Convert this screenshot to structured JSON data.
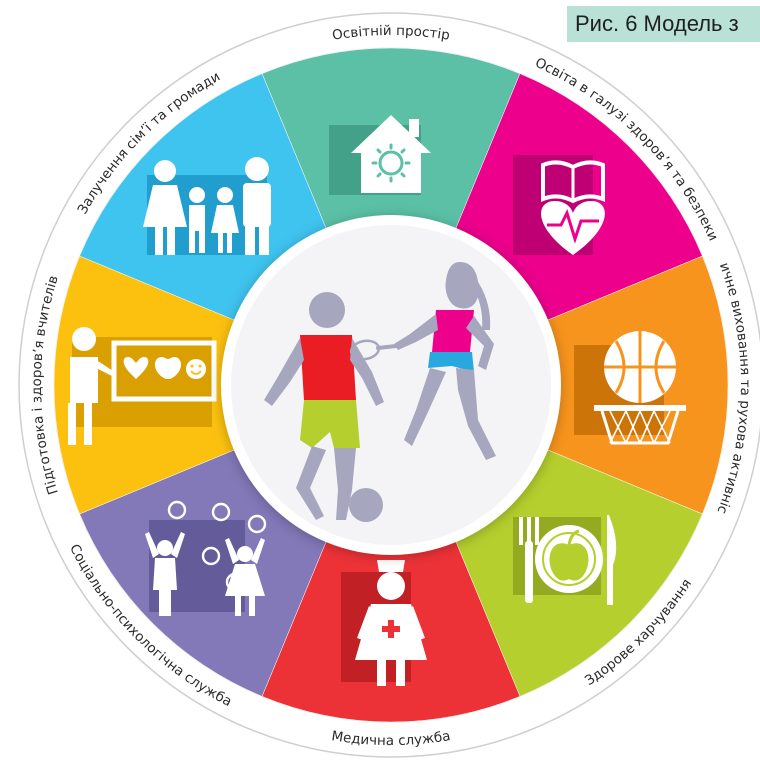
{
  "caption": "Рис. 6 Модель з",
  "colors": {
    "ring": "#ffffff",
    "ring_stroke": "#cfcfcf",
    "center": "#ffffff",
    "silhouette": "#a7a6bf",
    "shirt_boy": "#ea1c24",
    "shorts_boy": "#b5cf2e",
    "top_girl": "#ec008c",
    "shorts_girl": "#29a8e0"
  },
  "segments": [
    {
      "label": "Освітній простір",
      "color": "#5bc0a6",
      "shade": "#3f9a84",
      "icon": "house-sun-icon"
    },
    {
      "label": "Освіта в галузі здоров’я та безпеки",
      "color": "#ec008c",
      "shade": "#b70071",
      "icon": "book-heart-icon"
    },
    {
      "label": "Фізичне виховання та рухова активність",
      "color": "#f7941d",
      "shade": "#c56e06",
      "icon": "basketball-hoop-icon"
    },
    {
      "label": "Здорове харчування",
      "color": "#b5cf2e",
      "shade": "#8ea31e",
      "icon": "plate-apple-icon"
    },
    {
      "label": "Медична служба",
      "color": "#ed3237",
      "shade": "#b91d22",
      "icon": "nurse-icon"
    },
    {
      "label": "Соціально-психологічна служба",
      "color": "#8378b8",
      "shade": "#5f5695",
      "icon": "happy-children-icon"
    },
    {
      "label": "Підготовка і здоров’я  вчителів",
      "color": "#fcc10f",
      "shade": "#d49a00",
      "icon": "teacher-board-icon"
    },
    {
      "label": "Залучення сім’ї та громади",
      "color": "#3fc3ef",
      "shade": "#1c98c8",
      "icon": "family-icon"
    }
  ]
}
